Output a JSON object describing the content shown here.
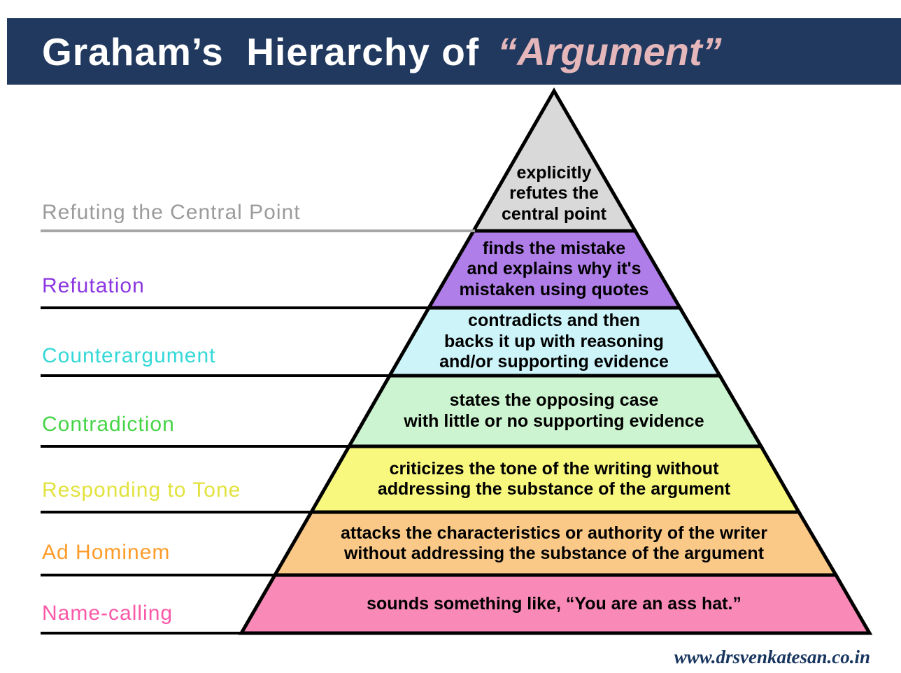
{
  "header": {
    "title": "Graham’s  Hierarchy of",
    "accent": "“Argument”",
    "bg_color": "#21395f",
    "accent_color": "#e5b7ba"
  },
  "levels": [
    {
      "label": "Refuting the Central Point",
      "label_color": "#9b9b9b",
      "fill": "#d9d9d9",
      "line_color": "#a6a6a6",
      "description": "explicitly\nrefutes the\ncentral point"
    },
    {
      "label": "Refutation",
      "label_color": "#8b36e0",
      "fill": "#b07ee8",
      "line_color": "#000000",
      "description": "finds the mistake\nand explains why it's\nmistaken using quotes"
    },
    {
      "label": "Counterargument",
      "label_color": "#35d8d8",
      "fill": "#cdf4f9",
      "line_color": "#000000",
      "description": "contradicts and then\nbacks it up with reasoning\nand/or supporting evidence"
    },
    {
      "label": "Contradiction",
      "label_color": "#46d446",
      "fill": "#cdf4d0",
      "line_color": "#000000",
      "description": "states the opposing case\nwith little or no supporting evidence"
    },
    {
      "label": "Responding to Tone",
      "label_color": "#e2e23e",
      "fill": "#f8f87f",
      "line_color": "#000000",
      "description": "criticizes the tone of the writing without\naddressing the substance of the argument"
    },
    {
      "label": "Ad Hominem",
      "label_color": "#ff9c2a",
      "fill": "#fac987",
      "line_color": "#000000",
      "description": "attacks the characteristics or authority of the writer\nwithout addressing the substance of the argument"
    },
    {
      "label": "Name-calling",
      "label_color": "#fa58a8",
      "fill": "#f98ab8",
      "line_color": "#000000",
      "description": "sounds something like, “You are an ass hat.”"
    }
  ],
  "footer": {
    "website": "www.drsvenkatesan.co.in",
    "color": "#17355e"
  }
}
